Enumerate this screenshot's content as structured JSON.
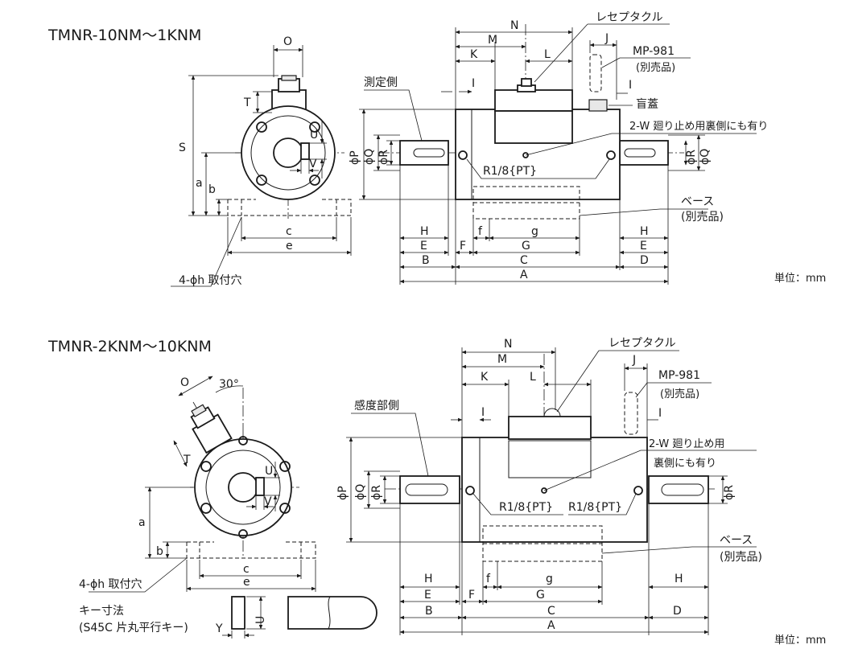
{
  "upper": {
    "title": "TMNR-10NM～1KNM",
    "labels": {
      "O": "O",
      "T": "T",
      "S": "S",
      "U": "U",
      "V": "V",
      "a": "a",
      "b": "b",
      "c": "c",
      "e": "e",
      "N": "N",
      "M": "M",
      "K": "K",
      "L": "L",
      "J": "J",
      "I": "I",
      "P": "ϕP",
      "Q": "ϕQ",
      "R": "ϕR",
      "H": "H",
      "E": "E",
      "F": "F",
      "f": "f",
      "g": "g",
      "G": "G",
      "B": "B",
      "C": "C",
      "D": "D",
      "A": "A"
    },
    "mount_holes": "4-ϕh 取付穴",
    "measure_side": "測定側",
    "receptacle": "レセプタクル",
    "mp981": "MP-981",
    "sold_separately": "(別売品)",
    "blind_cap": "盲蓋",
    "detent": "2-W 廻り止め用裏側にも有り",
    "r18": "R1/8{PT}",
    "base": "ベース",
    "base_note": "(別売品)",
    "unit": "単位：mm"
  },
  "lower": {
    "title": "TMNR-2KNM～10KNM",
    "labels": {
      "O": "O",
      "T": "T",
      "U": "U",
      "V": "V",
      "a": "a",
      "b": "b",
      "c": "c",
      "e": "e",
      "N": "N",
      "M": "M",
      "K": "K",
      "L": "L",
      "J": "J",
      "I": "I",
      "P": "ϕP",
      "Q": "ϕQ",
      "R": "ϕR",
      "H": "H",
      "E": "E",
      "F": "F",
      "f": "f",
      "g": "g",
      "G": "G",
      "B": "B",
      "C": "C",
      "D": "D",
      "A": "A",
      "Y": "Y"
    },
    "angle": "30°",
    "mount_holes": "4-ϕh 取付穴",
    "sensor_side": "感度部側",
    "receptacle": "レセプタクル",
    "mp981": "MP-981",
    "sold_separately": "(別売品)",
    "detent_line1": "2-W 廻り止め用",
    "detent_line2": "裏側にも有り",
    "r18_left": "R1/8{PT}",
    "r18_right": "R1/8{PT}",
    "base": "ベース",
    "base_note": "(別売品)",
    "key_title": "キー寸法",
    "key_note": "(S45C 片丸平行キー)",
    "unit": "単位：mm"
  }
}
